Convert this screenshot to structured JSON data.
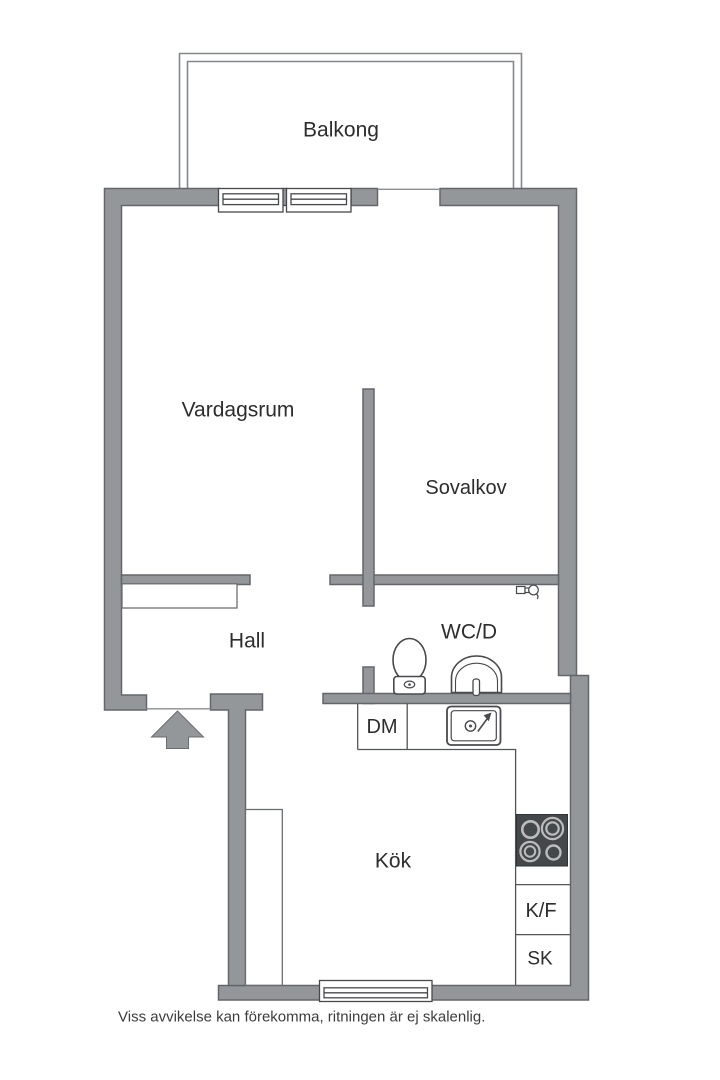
{
  "plan": {
    "rooms": {
      "balcony": {
        "label": "Balkong"
      },
      "living_room": {
        "label": "Vardagsrum"
      },
      "sleeping_alcove": {
        "label": "Sovalkov"
      },
      "hall": {
        "label": "Hall"
      },
      "bathroom": {
        "label": "WC/D"
      },
      "kitchen": {
        "label": "Kök"
      }
    },
    "fixtures": {
      "dishwasher": {
        "label": "DM"
      },
      "fridge_freezer": {
        "label": "K/F"
      },
      "closet": {
        "label": "SK"
      }
    },
    "footnote": "Viss avvikelse kan förekomma, ritningen är ej skalenlig."
  },
  "icons": [
    "entrance-arrow-icon",
    "toilet-icon",
    "washbasin-icon",
    "kitchen-sink-icon",
    "stove-icon",
    "water-valve-icon",
    "window-icon",
    "balcony-railing-icon"
  ],
  "colors": {
    "wall_fill": "#94979a",
    "wall_stroke": "#63666a",
    "railing_stroke": "#85888b",
    "fixture_stroke": "#47494c",
    "counter_stroke": "#515457",
    "cabinet_stroke": "#6b6e71",
    "threshold_stroke": "#8a8d90",
    "stove_fill": "#45484b",
    "burner_ring": "#bcbcbc",
    "text": "#2d2d2d",
    "note_text": "#3c3c3c",
    "background": "#ffffff"
  }
}
